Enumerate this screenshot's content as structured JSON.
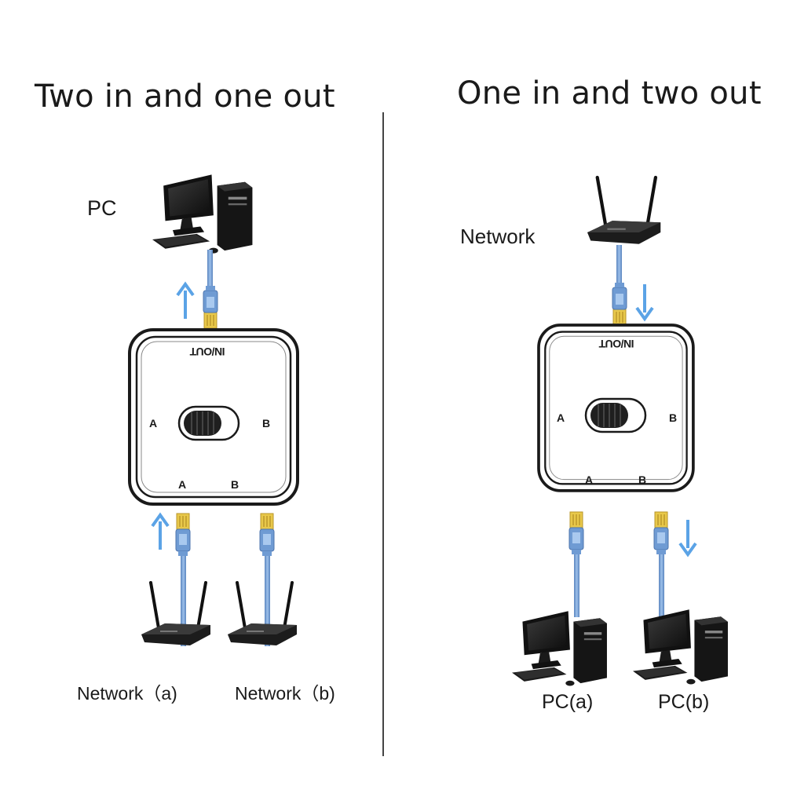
{
  "left_panel": {
    "title": "Two in and one out",
    "pc_label": "PC",
    "switch": {
      "top_label": "IN/OUT",
      "port_a": "A",
      "port_b": "B",
      "bottom_a": "A",
      "bottom_b": "B"
    },
    "network_a_label": "Network（a)",
    "network_b_label": "Network（b)"
  },
  "right_panel": {
    "title": "One in and two out",
    "network_label": "Network",
    "switch": {
      "top_label": "IN/OUT",
      "port_a": "A",
      "port_b": "B",
      "bottom_a": "A",
      "bottom_b": "B"
    },
    "pc_a_label": "PC(a)",
    "pc_b_label": "PC(b)"
  },
  "colors": {
    "cable": "#7fa8d8",
    "cable_dark": "#5b85bf",
    "arrow": "#5ba3e6",
    "connector_gold": "#e8c84a",
    "device": "#1c1c1c",
    "switch_border": "#1a1a1a"
  }
}
